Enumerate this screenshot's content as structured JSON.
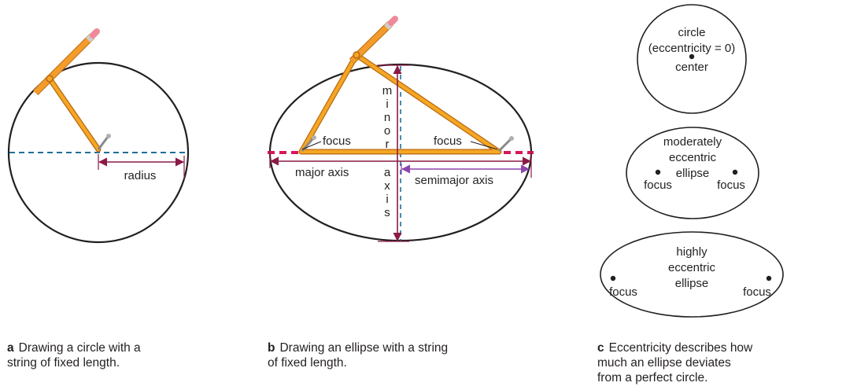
{
  "panel_a": {
    "radius_label": "radius",
    "caption_letter": "a",
    "caption_line1": "Drawing a circle with a",
    "caption_line2": "string of fixed length."
  },
  "panel_b": {
    "focus_left": "focus",
    "focus_right": "focus",
    "major_axis": "major axis",
    "semimajor_axis": "semimajor axis",
    "minor_axis_letters": [
      "m",
      "i",
      "n",
      "o",
      "r"
    ],
    "axis_letters": [
      "a",
      "x",
      "i",
      "s"
    ],
    "caption_letter": "b",
    "caption_line1": "Drawing an ellipse with a string",
    "caption_line2": "of fixed length."
  },
  "panel_c": {
    "circle_line1": "circle",
    "circle_line2": "(eccentricity = 0)",
    "circle_center": "center",
    "moderate_line1": "moderately",
    "moderate_line2": "eccentric",
    "moderate_line3": "ellipse",
    "moderate_focus_left": "focus",
    "moderate_focus_right": "focus",
    "high_line1": "highly",
    "high_line2": "eccentric",
    "high_line3": "ellipse",
    "high_focus_left": "focus",
    "high_focus_right": "focus",
    "caption_letter": "c",
    "caption_line1": "Eccentricity describes how",
    "caption_line2": "much an ellipse deviates",
    "caption_line3": "from a perfect circle."
  },
  "colors": {
    "string": "#f5a623",
    "string_edge": "#b96a12",
    "pencil": "#f39c2a",
    "dash_blue": "#1f6f9a",
    "major_dash": "#d6185b",
    "arrow_maroon": "#8b1a47",
    "arrow_purple": "#8e44ad",
    "outline": "#231f20"
  }
}
